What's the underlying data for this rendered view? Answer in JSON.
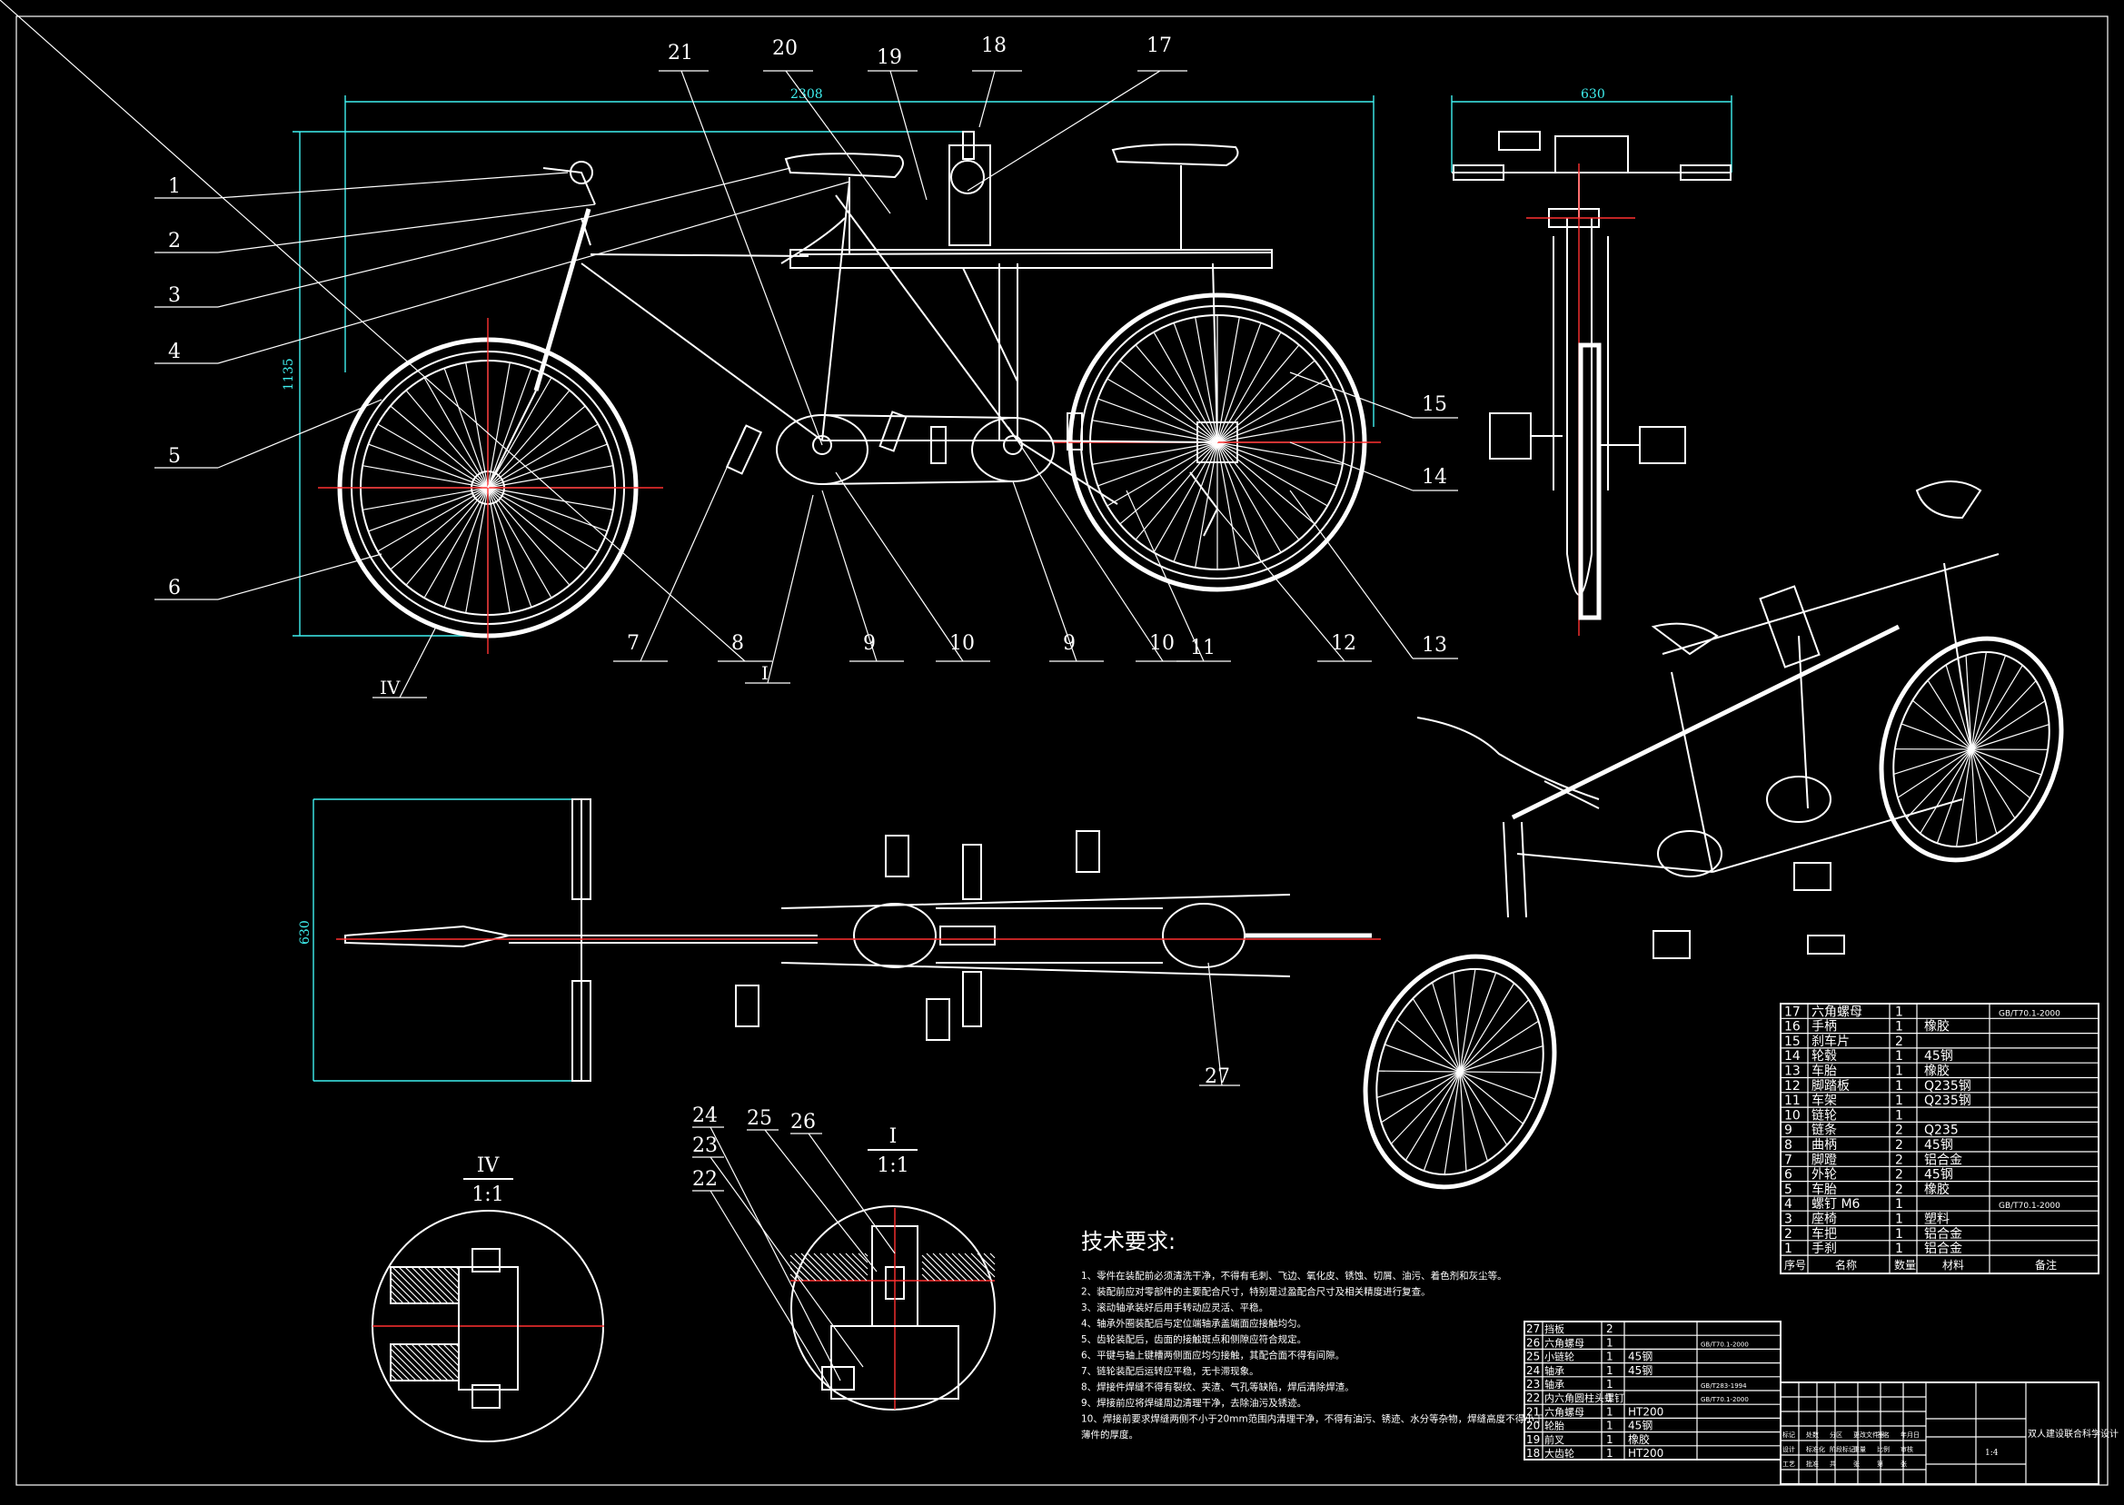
{
  "labels": {
    "side_view": [
      "1",
      "2",
      "3",
      "4",
      "5",
      "6",
      "7",
      "8",
      "9",
      "10",
      "9",
      "10",
      "11",
      "12",
      "13",
      "14",
      "15",
      "17",
      "18",
      "19",
      "20",
      "21"
    ],
    "section_mark_iv": "IV",
    "section_mark_i": "I",
    "top_view": "27",
    "detail_i_parts": [
      "24",
      "23",
      "22",
      "25",
      "26"
    ]
  },
  "dimensions": {
    "overall_length": "2308",
    "overall_height": "1135",
    "front_width": "630",
    "top_width": "630"
  },
  "details": {
    "iv_title": "IV",
    "iv_scale": "1:1",
    "i_title": "I",
    "i_scale": "1:1"
  },
  "tech_req": {
    "title": "技术要求:",
    "lines": [
      "1、零件在装配前必须清洗干净，不得有毛刺、飞边、氧化皮、锈蚀、切屑、油污、着色剂和灰尘等。",
      "2、装配前应对零部件的主要配合尺寸，特别是过盈配合尺寸及相关精度进行复查。",
      "3、滚动轴承装好后用手转动应灵活、平稳。",
      "4、轴承外圈装配后与定位端轴承盖端面应接触均匀。",
      "5、齿轮装配后，齿面的接触斑点和侧隙应符合规定。",
      "6、平键与轴上键槽两侧面应均匀接触，其配合面不得有间隙。",
      "7、链轮装配后运转应平稳，无卡滞现象。",
      "8、焊接件焊缝不得有裂纹、夹渣、气孔等缺陷，焊后清除焊渣。",
      "9、焊接前应将焊缝周边清理干净，去除油污及锈迹。",
      "10、焊接前要求焊缝两侧不小于20mm范围内清理干净，不得有油污、锈迹、水分等杂物，焊缝高度不得小于",
      "薄件的厚度。"
    ]
  },
  "parts_table_right": {
    "headers": [
      "序号",
      "名称",
      "数量",
      "材料",
      "备注"
    ],
    "rows": [
      [
        "17",
        "六角螺母",
        "1",
        "",
        "GB/T70.1-2000"
      ],
      [
        "16",
        "手柄",
        "1",
        "橡胶",
        ""
      ],
      [
        "15",
        "刹车片",
        "2",
        "",
        ""
      ],
      [
        "14",
        "轮毂",
        "1",
        "45钢",
        ""
      ],
      [
        "13",
        "车胎",
        "1",
        "橡胶",
        ""
      ],
      [
        "12",
        "脚踏板",
        "1",
        "Q235钢",
        ""
      ],
      [
        "11",
        "车架",
        "1",
        "Q235钢",
        ""
      ],
      [
        "10",
        "链轮",
        "1",
        "",
        ""
      ],
      [
        "9",
        "链条",
        "2",
        "Q235",
        ""
      ],
      [
        "8",
        "曲柄",
        "2",
        "45钢",
        ""
      ],
      [
        "7",
        "脚蹬",
        "2",
        "铝合金",
        ""
      ],
      [
        "6",
        "外轮",
        "2",
        "45钢",
        ""
      ],
      [
        "5",
        "车胎",
        "2",
        "橡胶",
        ""
      ],
      [
        "4",
        "螺钉 M6",
        "1",
        "",
        "GB/T70.1-2000"
      ],
      [
        "3",
        "座椅",
        "1",
        "塑料",
        ""
      ],
      [
        "2",
        "车把",
        "1",
        "铝合金",
        ""
      ],
      [
        "1",
        "手刹",
        "1",
        "铝合金",
        ""
      ]
    ]
  },
  "parts_table_left": {
    "rows": [
      [
        "27",
        "挡板",
        "2",
        "",
        ""
      ],
      [
        "26",
        "六角螺母",
        "1",
        "",
        "GB/T70.1-2000"
      ],
      [
        "25",
        "小链轮",
        "1",
        "45钢",
        ""
      ],
      [
        "24",
        "轴承",
        "1",
        "45钢",
        ""
      ],
      [
        "23",
        "轴承",
        "1",
        "",
        "GB/T283-1994"
      ],
      [
        "22",
        "内六角圆柱头螺钉",
        "1",
        "",
        "GB/T70.1-2000"
      ],
      [
        "21",
        "六角螺母",
        "1",
        "HT200",
        ""
      ],
      [
        "20",
        "轮胎",
        "1",
        "45钢",
        ""
      ],
      [
        "19",
        "前叉",
        "1",
        "橡胶",
        ""
      ],
      [
        "18",
        "大齿轮",
        "1",
        "HT200",
        ""
      ]
    ]
  },
  "title_block": {
    "drawing_title": "双人建设联合科学设计",
    "scale": "1:4",
    "cells": [
      "标记",
      "处数",
      "分区",
      "更改文件号",
      "签名",
      "年月日",
      "设计",
      "标准化",
      "阶段标记",
      "重量",
      "比例",
      "审核",
      "工艺",
      "批准",
      "共",
      "张",
      "第",
      "张"
    ]
  }
}
